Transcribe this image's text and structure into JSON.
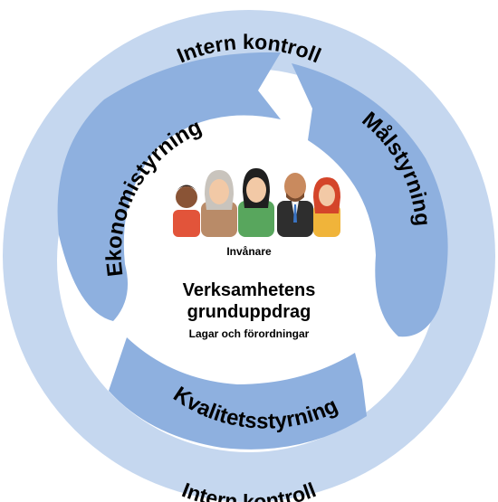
{
  "outer_ring": {
    "top_label": "Intern kontroll",
    "bottom_label": "Intern kontroll",
    "color": "#c5d7ef"
  },
  "segments": [
    {
      "id": "ekonomistyrning",
      "label": "Ekonomistyrning",
      "color": "#8eb0df"
    },
    {
      "id": "malstyrning",
      "label": "Målstyrning",
      "color": "#8eb0df"
    },
    {
      "id": "kvalitetsstyrning",
      "label": "Kvalitetsstyrning",
      "color": "#8eb0df"
    }
  ],
  "center": {
    "people_label": "Invånare",
    "title_line1": "Verksamhetens",
    "title_line2": "grunduppdrag",
    "subtitle": "Lagar och förordningar"
  },
  "people": [
    "child-icon",
    "elderly-woman-icon",
    "woman-icon",
    "bald-man-icon",
    "red-haired-woman-icon"
  ]
}
